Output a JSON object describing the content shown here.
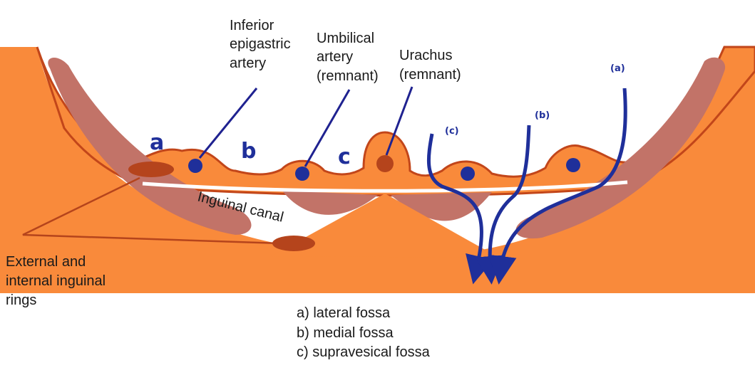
{
  "labels": {
    "inferior_epigastric": [
      "Inferior",
      "epigastric",
      "artery"
    ],
    "umbilical": [
      "Umbilical",
      "artery",
      "(remnant)"
    ],
    "urachus": [
      "Urachus",
      "(remnant)"
    ],
    "inguinal_rings": [
      "External and",
      "internal inguinal",
      "rings"
    ],
    "inguinal_canal": "Inguinal canal"
  },
  "fossa_letters": {
    "a": "a",
    "b": "b",
    "c": "c"
  },
  "arrow_letters": {
    "a": "(a)",
    "b": "(b)",
    "c": "(c)"
  },
  "legend": [
    "a) lateral fossa",
    "b) medial fossa",
    "c) supravesical fossa"
  ],
  "colors": {
    "body_wall": "#f98a3b",
    "peritoneum_edge": "#c2461a",
    "muscle": "#c27368",
    "vessel": "#1f2f9a",
    "pointer": "#1f2290",
    "ring": "#b5441c",
    "background": "#ffffff"
  }
}
